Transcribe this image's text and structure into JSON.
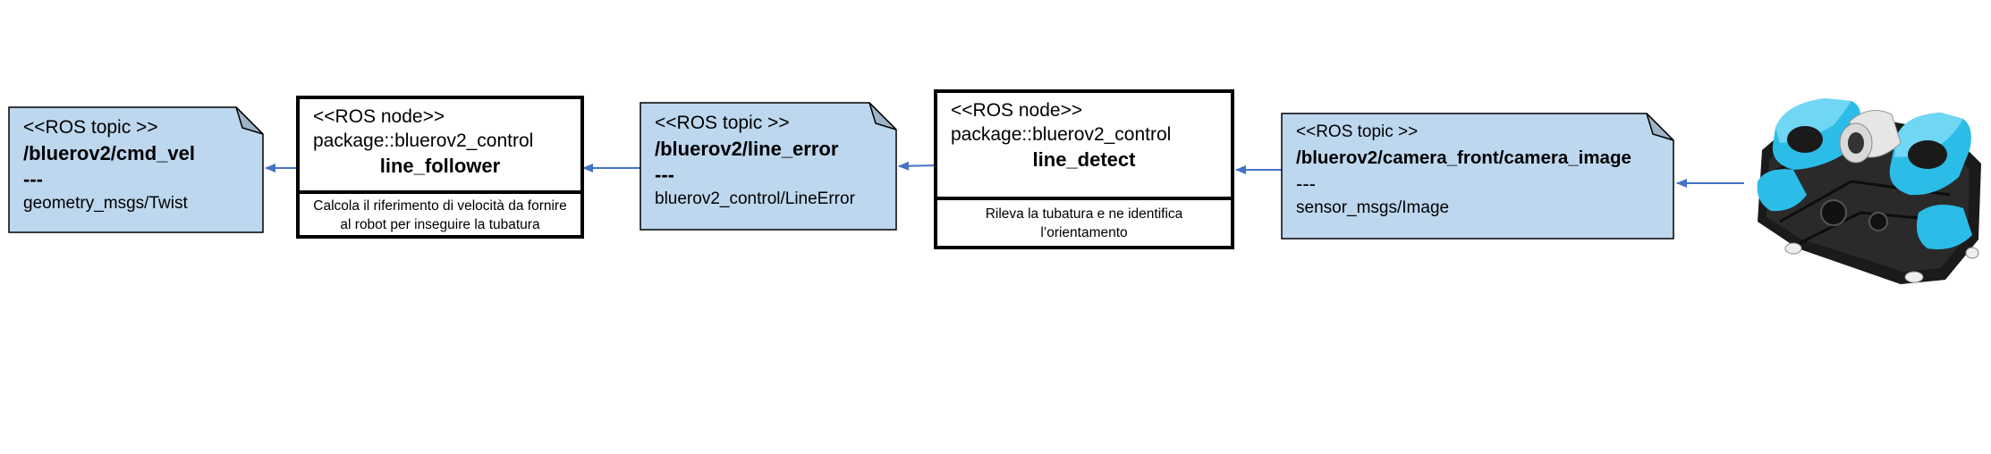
{
  "topics": {
    "cmd_vel": {
      "stereotype": "<<ROS topic >>",
      "name": "/bluerov2/cmd_vel",
      "separator": "---",
      "type": "geometry_msgs/Twist"
    },
    "line_error": {
      "stereotype": "<<ROS topic >>",
      "name": "/bluerov2/line_error",
      "separator": "---",
      "type": "bluerov2_control/LineError"
    },
    "camera_image": {
      "stereotype": "<<ROS topic >>",
      "name": "/bluerov2/camera_front/camera_image",
      "separator": "---",
      "type": "sensor_msgs/Image"
    }
  },
  "nodes": {
    "line_follower": {
      "stereotype": "<<ROS node>>",
      "package": "package::bluerov2_control",
      "name": "line_follower",
      "description_1": "Calcola il riferimento di velocità da fornire",
      "description_2": "al robot per inseguire la tubatura"
    },
    "line_detect": {
      "stereotype": "<<ROS node>>",
      "package": "package::bluerov2_control",
      "name": "line_detect",
      "description_1": "Rileva la tubatura e ne identifica",
      "description_2": "l’orientamento"
    }
  },
  "colors": {
    "topic_fill": "#bdd7ee",
    "arrow": "#4472c4",
    "robot_blue": "#2bbde8",
    "robot_frame": "#1a1a1a"
  },
  "icons": {
    "robot": "bluerov2-robot-icon"
  }
}
